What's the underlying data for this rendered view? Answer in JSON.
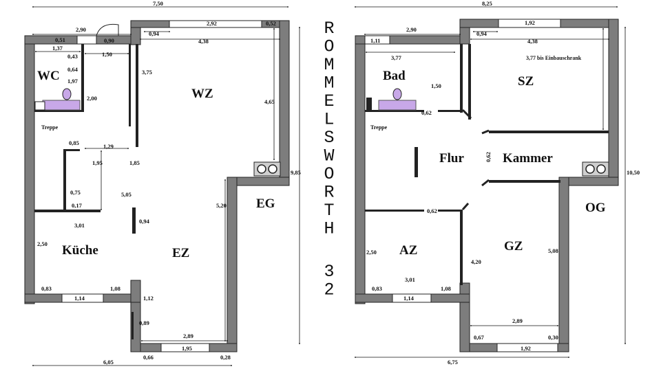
{
  "title_letters": [
    "R",
    "O",
    "M",
    "M",
    "E",
    "L",
    "S",
    "W",
    "O",
    "R",
    "T",
    "H",
    "3",
    "2"
  ],
  "floors": {
    "eg": {
      "name": "EG",
      "rooms": [
        "WC",
        "WZ",
        "Küche",
        "EZ"
      ],
      "labels": [
        "Treppe"
      ],
      "dims": [
        "7,50",
        "2,90",
        "0,94",
        "2,92",
        "0,52",
        "0,51",
        "0,90",
        "4,38",
        "1,37",
        "0,43",
        "1,50",
        "3,75",
        "0,64",
        "1,97",
        "WC",
        "2,00",
        "4,65",
        "0,85",
        "1,29",
        "1,95",
        "1,85",
        "9,85",
        "0,75",
        "5,05",
        "0,17",
        "0,94",
        "5,20",
        "3,01",
        "2,50",
        "0,83",
        "1,08",
        "1,12",
        "1,14",
        "0,89",
        "2,89",
        "0,66",
        "1,95",
        "0,28",
        "6,05"
      ]
    },
    "og": {
      "name": "OG",
      "rooms": [
        "Bad",
        "SZ",
        "Flur",
        "Kammer",
        "AZ",
        "GZ"
      ],
      "labels": [
        "Treppe",
        "3,77 bis Einbauschrank"
      ],
      "dims": [
        "8,25",
        "2,90",
        "1,11",
        "0,94",
        "1,92",
        "4,38",
        "3,77",
        "1,50",
        "0,62",
        "0,62",
        "10,50",
        "0,62",
        "2,50",
        "4,20",
        "5,08",
        "3,01",
        "0,83",
        "1,08",
        "1,14",
        "2,89",
        "0,67",
        "0,30",
        "1,92",
        "6,75"
      ]
    }
  }
}
